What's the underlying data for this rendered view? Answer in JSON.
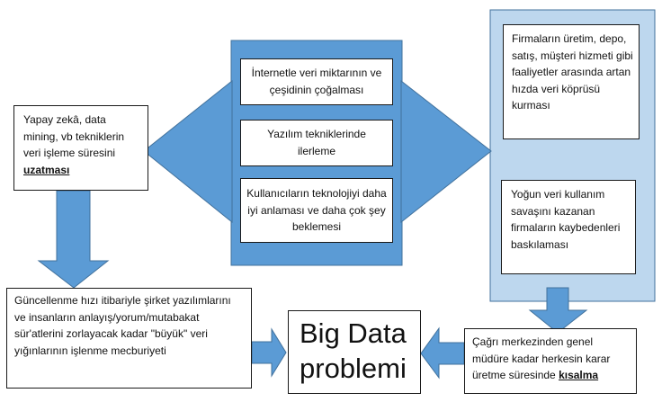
{
  "colors": {
    "arrow_fill": "#5b9bd5",
    "arrow_stroke": "#41719c",
    "center_panel": "#5b9bd5",
    "right_panel": "#bdd7ee",
    "box_border": "#1a1a1a"
  },
  "left_top_box": {
    "text": "Yapay zekâ, data mining, vb tekniklerin veri işleme süresini",
    "emphasis": "uzatması"
  },
  "center_boxes": [
    {
      "text": "İnternetle veri miktarının ve çeşidinin çoğalması"
    },
    {
      "text": "Yazılım tekniklerinde ilerleme"
    },
    {
      "text": "Kullanıcıların teknolojiyi daha iyi anlaması ve daha çok şey beklemesi"
    }
  ],
  "right_top_box": {
    "text": "Firmaların üretim, depo, satış, müşteri hizmeti gibi faaliyetler arasında artan hızda veri köprüsü kurması"
  },
  "right_mid_box": {
    "text": "Yoğun veri kullanım savaşını kazanan firmaların kaybedenleri baskılaması"
  },
  "bottom_left_box": {
    "text": "Güncellenme hızı itibariyle şirket yazılımlarını ve insanların anlayış/yorum/mutabakat  sür'atlerini zorlayacak kadar \"büyük\" veri yığınlarının işlenme mecburiyeti"
  },
  "bottom_right_box": {
    "text": "Çağrı merkezinden genel müdüre kadar herkesin karar üretme süresinde",
    "emphasis": "kısalma"
  },
  "big_data_box": {
    "line1": "Big Data",
    "line2": "problemi"
  }
}
